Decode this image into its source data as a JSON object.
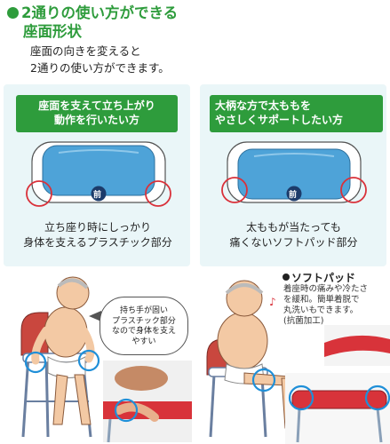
{
  "header": {
    "title_line1": "2通りの使い方ができる",
    "title_line2": "座面形状",
    "subtitle_line1": "座面の向きを変えると",
    "subtitle_line2": "2通りの使い方ができます。"
  },
  "left_panel": {
    "tag_line1": "座面を支えて立ち上がり",
    "tag_line2": "動作を行いたい方",
    "front_label": "前",
    "caption_line1": "立ち座り時にしっかり",
    "caption_line2": "身体を支えるプラスチック部分",
    "bubble_line1": "持ち手が固い",
    "bubble_line2": "プラスチック部分",
    "bubble_line3": "なので身体を支え",
    "bubble_line4": "やすい"
  },
  "right_panel": {
    "tag_line1": "大柄な方で太ももを",
    "tag_line2": "やさしくサポートしたい方",
    "front_label": "前",
    "caption_line1": "太ももが当たっても",
    "caption_line2": "痛くないソフトパッド部分",
    "pad_title": "ソフトパッド",
    "pad_desc_line1": "着座時の痛みや冷たさ",
    "pad_desc_line2": "を緩和。簡単着脱で",
    "pad_desc_line3": "丸洗いもできます。",
    "pad_desc_line4": "(抗菌加工)"
  },
  "colors": {
    "brand_green": "#2e9c3c",
    "panel_bg": "#eaf6f8",
    "seat_blue": "#4ea3d8",
    "highlight_red": "#d9313a",
    "highlight_blue": "#1f8fd8",
    "pad_red": "#d8333a"
  }
}
